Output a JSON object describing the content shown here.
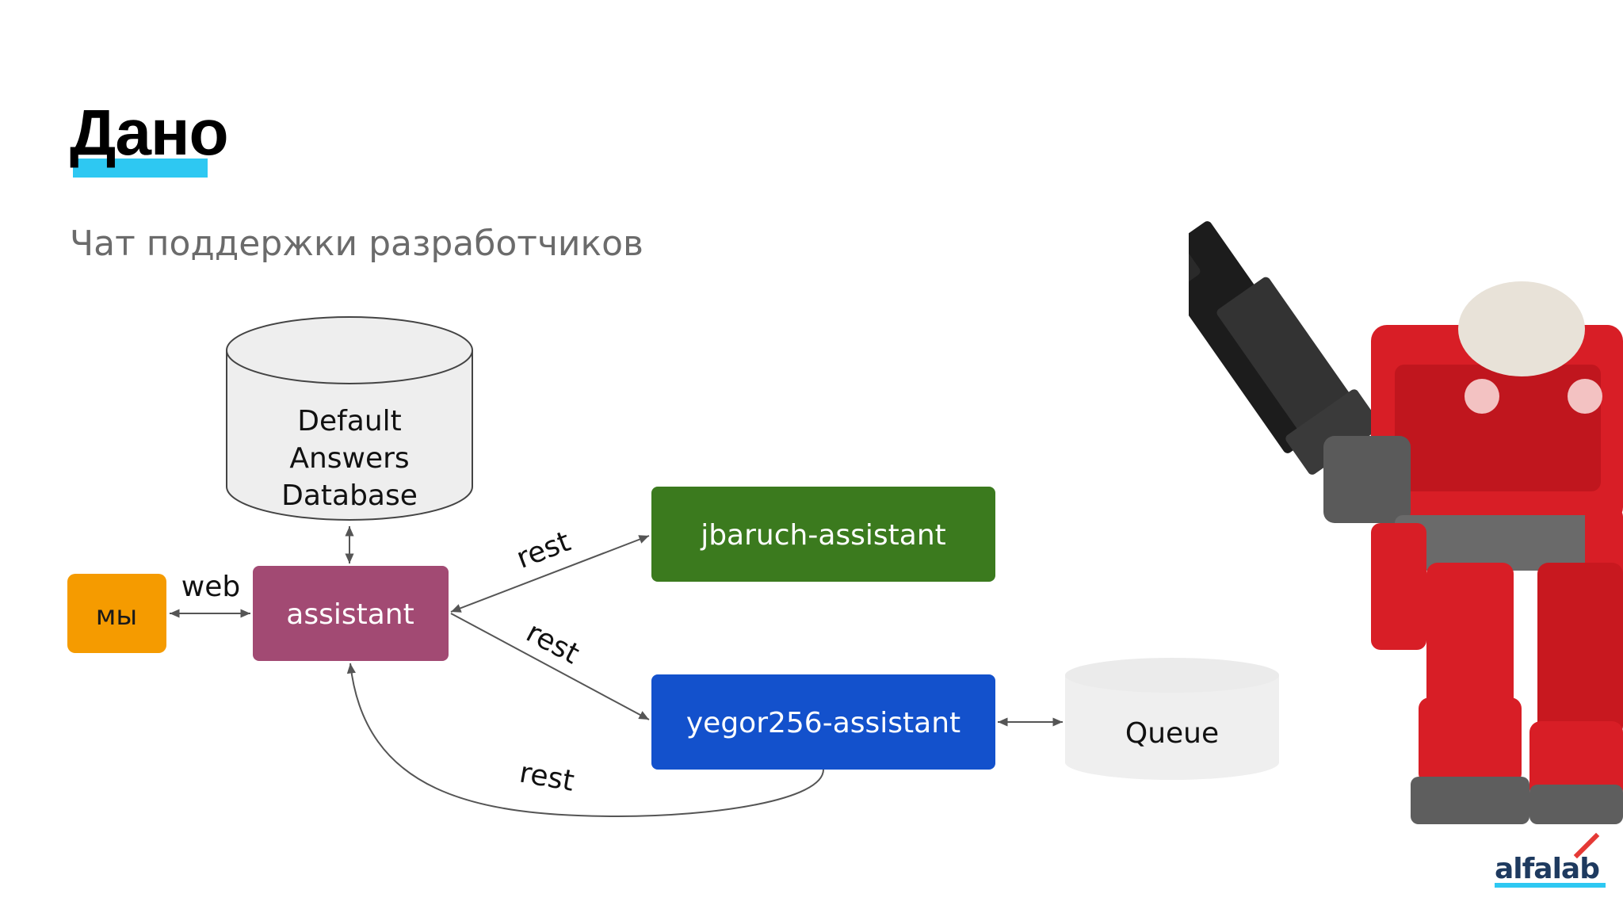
{
  "slide": {
    "title": "Дано",
    "subtitle": "Чат поддержки разработчиков"
  },
  "diagram": {
    "database": {
      "line1": "Default",
      "line2": "Answers",
      "line3": "Database"
    },
    "nodes": {
      "us": "мы",
      "assistant": "assistant",
      "jbaruch": "jbaruch-assistant",
      "yegor": "yegor256-assistant",
      "queue": "Queue"
    },
    "edges": {
      "web": "web",
      "rest_top": "rest",
      "rest_middle": "rest",
      "rest_bottom": "rest"
    }
  },
  "brand": {
    "logo": "alfalab"
  },
  "colors": {
    "title_accent": "#2ec8f2",
    "us": "#f59b00",
    "assistant": "#a24a73",
    "jbaruch": "#3b7a1e",
    "yegor": "#1351cc",
    "database": "#eeeeee",
    "queue": "#eeeeee",
    "arrow": "#555555"
  }
}
